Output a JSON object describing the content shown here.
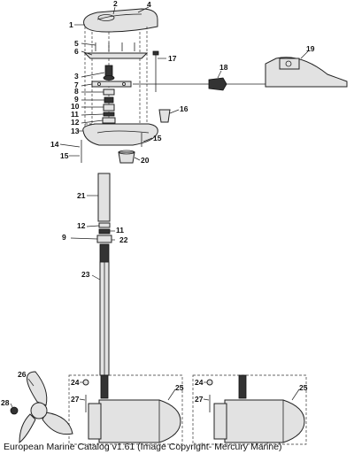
{
  "caption": "European Marine Catalog v1.61 (Image Copyright- Mercury Marine)",
  "callouts": [
    {
      "id": "1",
      "label": "1"
    },
    {
      "id": "2",
      "label": "2"
    },
    {
      "id": "4",
      "label": "4"
    },
    {
      "id": "5",
      "label": "5"
    },
    {
      "id": "6",
      "label": "6"
    },
    {
      "id": "3",
      "label": "3"
    },
    {
      "id": "7",
      "label": "7"
    },
    {
      "id": "8",
      "label": "8"
    },
    {
      "id": "9a",
      "label": "9"
    },
    {
      "id": "10",
      "label": "10"
    },
    {
      "id": "11a",
      "label": "11"
    },
    {
      "id": "12a",
      "label": "12"
    },
    {
      "id": "13",
      "label": "13"
    },
    {
      "id": "14",
      "label": "14"
    },
    {
      "id": "15a",
      "label": "15"
    },
    {
      "id": "15b",
      "label": "15"
    },
    {
      "id": "16",
      "label": "16"
    },
    {
      "id": "17",
      "label": "17"
    },
    {
      "id": "18",
      "label": "18"
    },
    {
      "id": "19",
      "label": "19"
    },
    {
      "id": "20",
      "label": "20"
    },
    {
      "id": "21",
      "label": "21"
    },
    {
      "id": "12b",
      "label": "12"
    },
    {
      "id": "11b",
      "label": "11"
    },
    {
      "id": "9b",
      "label": "9"
    },
    {
      "id": "22",
      "label": "22"
    },
    {
      "id": "23",
      "label": "23"
    },
    {
      "id": "26",
      "label": "26"
    },
    {
      "id": "28",
      "label": "28"
    },
    {
      "id": "24a",
      "label": "24"
    },
    {
      "id": "27a",
      "label": "27"
    },
    {
      "id": "25a",
      "label": "25"
    },
    {
      "id": "24b",
      "label": "24"
    },
    {
      "id": "27b",
      "label": "27"
    },
    {
      "id": "25b",
      "label": "25"
    }
  ]
}
